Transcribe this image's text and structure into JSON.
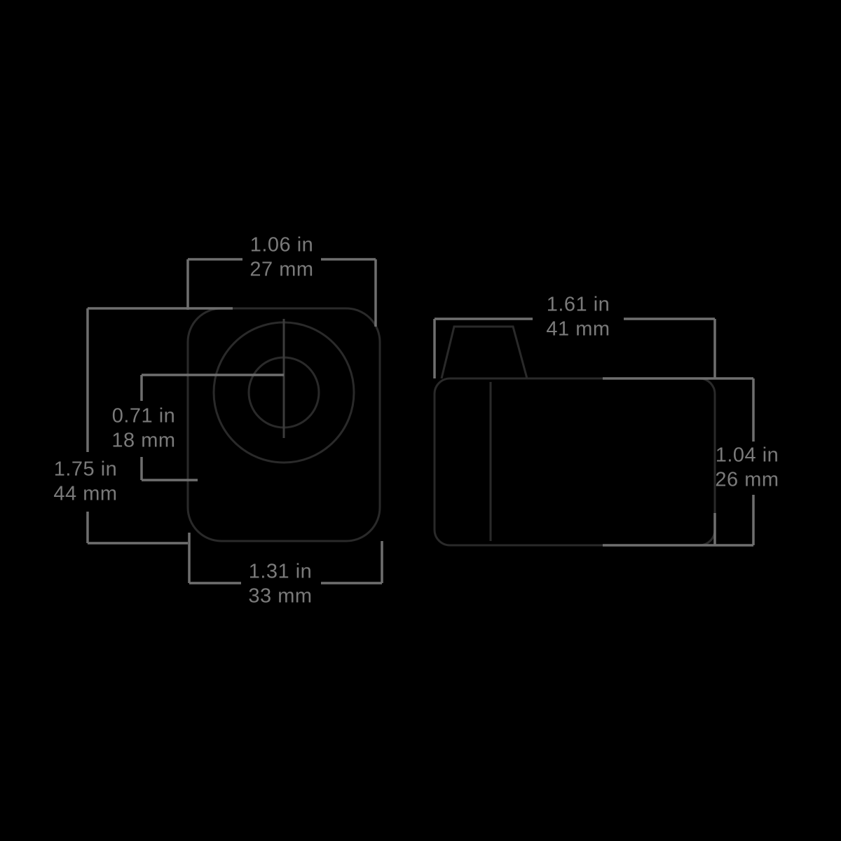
{
  "page": {
    "background": "#000000"
  },
  "colors": {
    "dimension_line": "#6f6f6f",
    "object_outline": "#2a2a2a",
    "label_text": "#7a7a7a"
  },
  "diagram": {
    "front_view": {
      "top_width": {
        "inches": "1.06 in",
        "metric": "27 mm"
      },
      "lens_offset": {
        "inches": "0.71 in",
        "metric": "18 mm"
      },
      "height": {
        "inches": "1.75 in",
        "metric": "44 mm"
      },
      "bottom_width": {
        "inches": "1.31 in",
        "metric": "33 mm"
      }
    },
    "side_view": {
      "depth": {
        "inches": "1.61 in",
        "metric": "41 mm"
      },
      "height": {
        "inches": "1.04 in",
        "metric": "26 mm"
      }
    }
  }
}
